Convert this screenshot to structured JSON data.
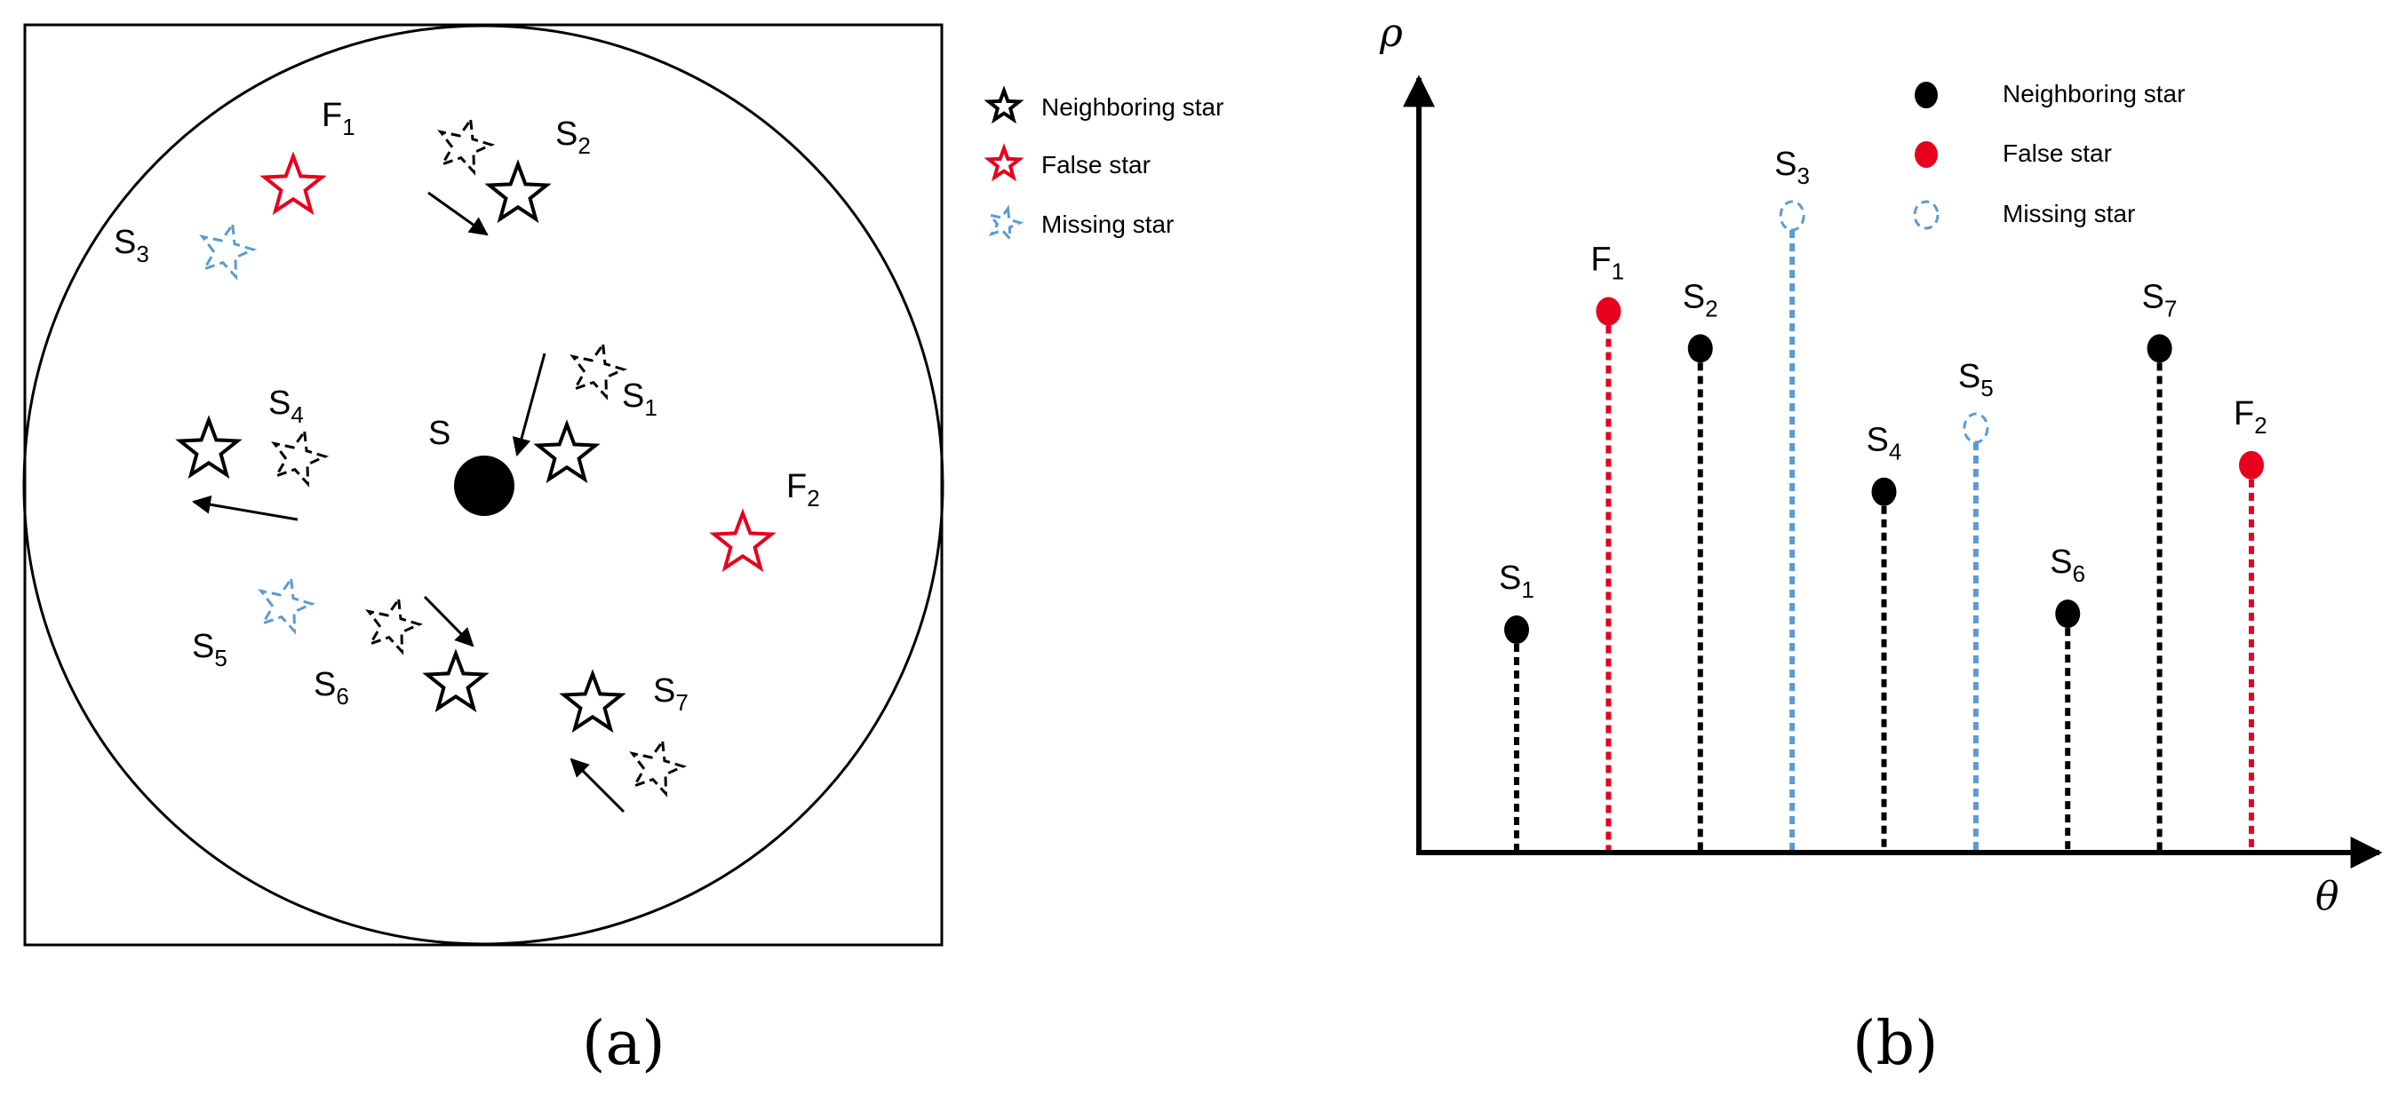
{
  "colors": {
    "neighboring": "#000000",
    "false": "#e8001c",
    "missing": "#5b9bd5"
  },
  "legend": {
    "neighboring": "Neighboring star",
    "false": "False star",
    "missing": "Missing star"
  },
  "panels": {
    "a": "(a)",
    "b": "(b)"
  },
  "panel_a": {
    "center_label": "S",
    "stars": [
      {
        "id": "S1",
        "base": "S",
        "sub": "1",
        "kind": "neighboring"
      },
      {
        "id": "S2",
        "base": "S",
        "sub": "2",
        "kind": "neighboring"
      },
      {
        "id": "S3",
        "base": "S",
        "sub": "3",
        "kind": "missing"
      },
      {
        "id": "S4",
        "base": "S",
        "sub": "4",
        "kind": "neighboring"
      },
      {
        "id": "S5",
        "base": "S",
        "sub": "5",
        "kind": "missing"
      },
      {
        "id": "S6",
        "base": "S",
        "sub": "6",
        "kind": "neighboring"
      },
      {
        "id": "S7",
        "base": "S",
        "sub": "7",
        "kind": "neighboring"
      },
      {
        "id": "F1",
        "base": "F",
        "sub": "1",
        "kind": "false"
      },
      {
        "id": "F2",
        "base": "F",
        "sub": "2",
        "kind": "false"
      }
    ]
  },
  "panel_b": {
    "axis_y": "ρ",
    "axis_x": "θ",
    "stems": [
      {
        "id": "S1",
        "base": "S",
        "sub": "1",
        "kind": "neighboring",
        "theta": 1,
        "rho": 4.2
      },
      {
        "id": "F1",
        "base": "F",
        "sub": "1",
        "kind": "false",
        "theta": 2,
        "rho": 10.2
      },
      {
        "id": "S2",
        "base": "S",
        "sub": "2",
        "kind": "neighboring",
        "theta": 3,
        "rho": 9.5
      },
      {
        "id": "S3",
        "base": "S",
        "sub": "3",
        "kind": "missing",
        "theta": 4,
        "rho": 12.0
      },
      {
        "id": "S4",
        "base": "S",
        "sub": "4",
        "kind": "neighboring",
        "theta": 5,
        "rho": 6.8
      },
      {
        "id": "S5",
        "base": "S",
        "sub": "5",
        "kind": "missing",
        "theta": 6,
        "rho": 8.0
      },
      {
        "id": "S6",
        "base": "S",
        "sub": "6",
        "kind": "neighboring",
        "theta": 7,
        "rho": 4.5
      },
      {
        "id": "S7",
        "base": "S",
        "sub": "7",
        "kind": "neighboring",
        "theta": 8,
        "rho": 9.5
      },
      {
        "id": "F2",
        "base": "F",
        "sub": "2",
        "kind": "false",
        "theta": 9,
        "rho": 7.3
      }
    ]
  }
}
